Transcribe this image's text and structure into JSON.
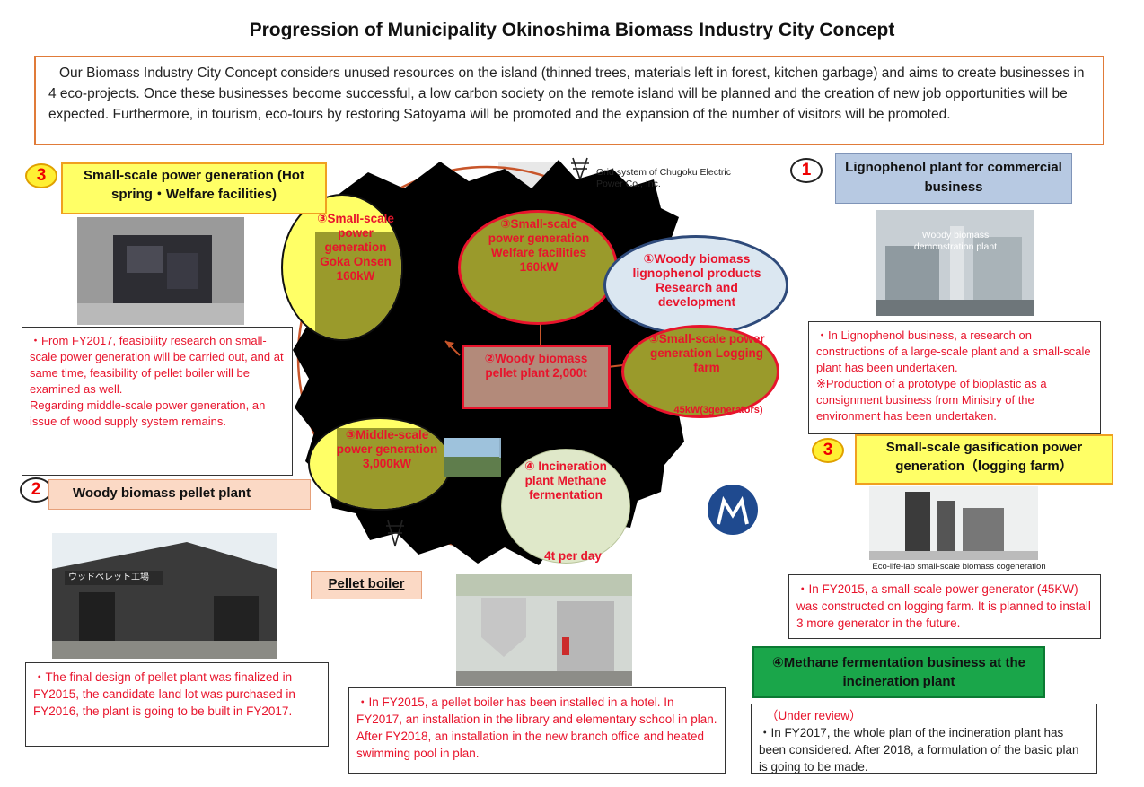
{
  "title": "Progression of Municipality Okinoshima Biomass Industry City Concept",
  "intro": "Our Biomass Industry City Concept considers unused resources on the island (thinned trees, materials left in forest, kitchen garbage) and aims to create businesses in 4 eco-projects. Once these businesses become successful, a low carbon society on the remote island will be planned and the creation of new job opportunities will be expected. Furthermore, in tourism, eco-tours by restoring Satoyama will be promoted and the expansion of the number of visitors will be promoted.",
  "badges": {
    "one": "1",
    "two": "2",
    "three_a": "3",
    "three_b": "3"
  },
  "sections": {
    "small_power": "Small-scale power generation (Hot spring・Welfare facilities)",
    "lignophenol": "Lignophenol plant for commercial business",
    "gasification": "Small-scale gasification power generation（logging farm）",
    "pellet_plant": "Woody biomass pellet plant",
    "pellet_boiler": "Pellet boiler",
    "methane": "④Methane fermentation business at the incineration plant"
  },
  "grid_caption": "Grid system of Chugoku Electric Power Co., Inc.",
  "photo_captions": {
    "lignophenol": "Woody biomass demonstration plant",
    "cogeneration": "Eco-life-lab small-scale biomass cogeneration",
    "pellet_sign": "ウッドペレット工場"
  },
  "map_nodes": {
    "goka": "③Small-scale power generation Goka Onsen 160kW",
    "welfare": "③Small-scale power generation Welfare facilities 160kW",
    "lignophenol": "①Woody biomass lignophenol products Research and development",
    "pellet": "②Woody biomass pellet plant 2,000t",
    "logging": "③Small-scale power generation Logging farm",
    "logging_sub": "45kW(3generators)",
    "middle": "③Middle-scale power generation 3,000kW",
    "incineration": "④ Incineration plant Methane fermentation",
    "incineration_sub": "4t per day"
  },
  "notes": {
    "small_power": "・From FY2017, feasibility research on small-scale power generation will be carried out, and at same time, feasibility of pellet boiler will be examined as well.\nRegarding middle-scale power generation, an issue of wood supply system remains.",
    "lignophenol": "・In Lignophenol business, a research on constructions of a large-scale plant and a small-scale plant has been undertaken.\n※Production of a prototype of bioplastic as a consignment business from Ministry of the environment has been undertaken.",
    "gasification": "・In FY2015, a small-scale power generator (45KW) was constructed on logging farm. It is planned to install 3 more generator in the future.",
    "pellet_plant": "・The final design of pellet plant was finalized in FY2015, the candidate land lot was purchased in FY2016, the plant is going to be built in FY2017.",
    "pellet_boiler": "・In FY2015, a pellet boiler has been installed in a hotel. In FY2017, an installation in the library and elementary school in plan.\nAfter FY2018, an installation in the new branch office and heated swimming pool in plan.",
    "methane_status": "（Under review）",
    "methane": "・In FY2017, the whole plan of the incineration plant has been considered. After 2018, a formulation of the basic plan is going to be made."
  },
  "colors": {
    "accent_red": "#e8142c",
    "yellow": "#ffff66",
    "olive": "#9a9a2b",
    "blue_label": "#b7c9e2",
    "green_label": "#1aa64a",
    "pink_label": "#fbd9c5"
  }
}
